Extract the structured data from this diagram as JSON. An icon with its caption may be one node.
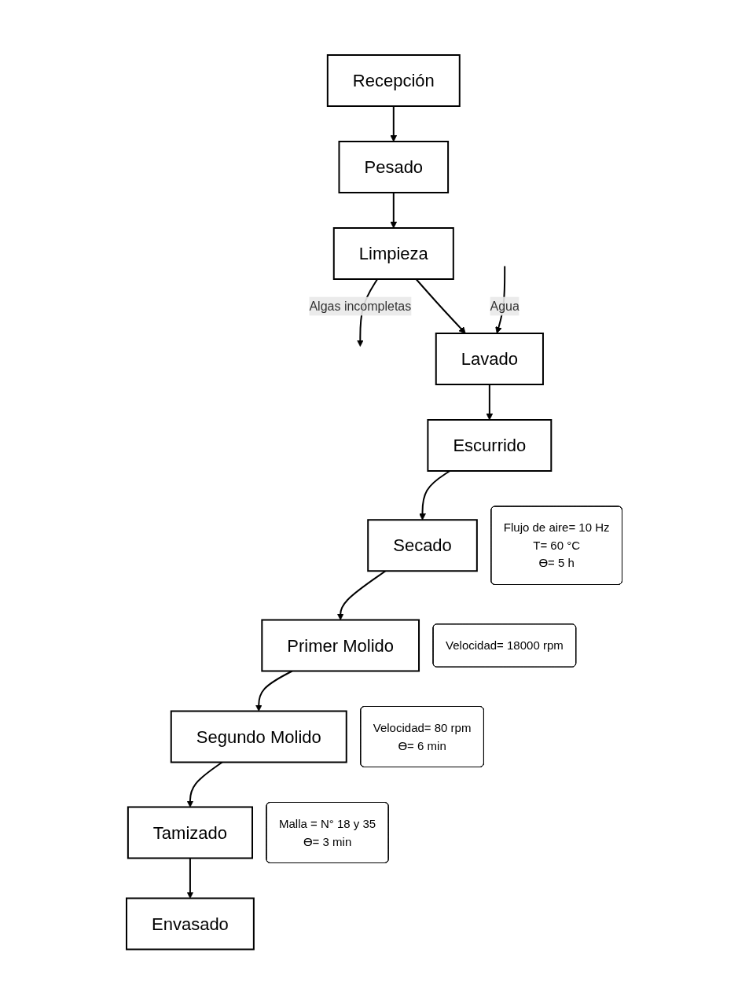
{
  "diagram": {
    "nodes": [
      {
        "text": [
          "Recepción"
        ]
      },
      {
        "text": [
          "Pesado"
        ]
      },
      {
        "text": [
          "Limpieza"
        ]
      },
      {
        "text": [
          "Lavado"
        ]
      },
      {
        "text": [
          "Escurrido"
        ]
      },
      {
        "text": [
          "Secado"
        ],
        "beside": [
          "Flujo de aire= 10 Hz",
          "T= 60 °C",
          "Ɵ= 5 h"
        ]
      },
      {
        "text": [
          "Primer Molido"
        ],
        "beside": [
          "Velocidad= 18000 rpm"
        ]
      },
      {
        "text": [
          "Segundo Molido"
        ],
        "beside": [
          "Velocidad= 80 rpm",
          "Ɵ= 6 min"
        ]
      },
      {
        "text": [
          "Tamizado"
        ],
        "beside": [
          "Malla = N° 18 y 35",
          "Ɵ= 3 min"
        ]
      },
      {
        "text": [
          "Envasado"
        ]
      }
    ],
    "edges": [
      {
        "from": 0,
        "to": 1,
        "arrow": "to"
      },
      {
        "from": 1,
        "to": 2,
        "arrow": "to"
      },
      {
        "from": 2,
        "to": null,
        "arrow": "to",
        "label": "Algas incompletas"
      },
      {
        "from": 2,
        "to": 3,
        "arrow": "to"
      },
      {
        "from": null,
        "to": 3,
        "arrow": "to",
        "label": "Agua"
      },
      {
        "from": 3,
        "to": 4,
        "arrow": "to"
      },
      {
        "from": 4,
        "to": 5,
        "arrow": "to"
      },
      {
        "from": 5,
        "to": 6,
        "arrow": "to"
      },
      {
        "from": 6,
        "to": 7,
        "arrow": "to"
      },
      {
        "from": 7,
        "to": 8,
        "arrow": "to"
      },
      {
        "from": 8,
        "to": 9,
        "arrow": "to"
      }
    ]
  }
}
